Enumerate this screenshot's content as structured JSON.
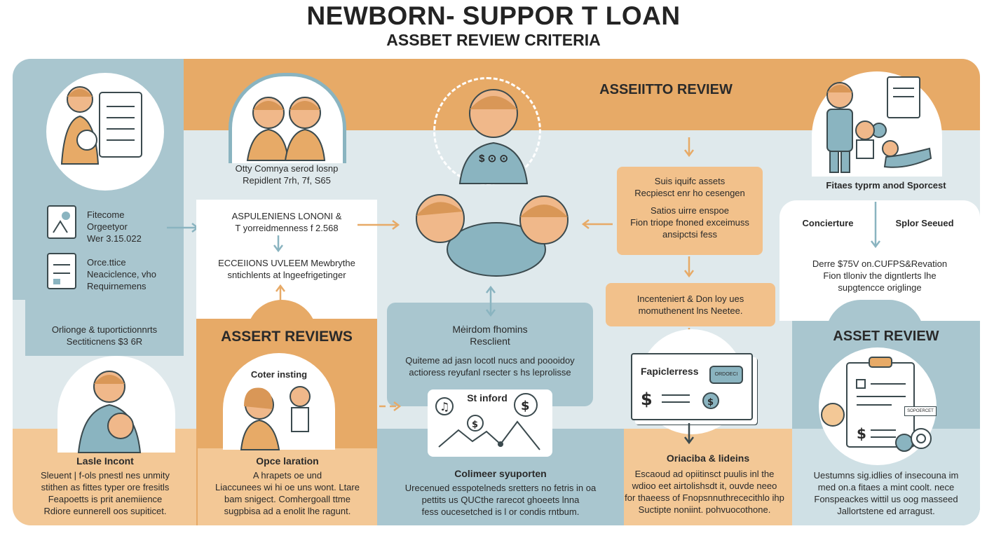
{
  "header": {
    "title": "NEWBORN- SUPPOR T LOAN",
    "subtitle": "ASSBET REVIEW CRITERIA"
  },
  "left_column": {
    "block1_line1": "Fitecome",
    "block1_line2": "Orgeetyor",
    "block1_line3": "Wer 3.15.022",
    "block2_line1": "Orce.ttice",
    "block2_line2": "Neaciclence, vho",
    "block2_line3": "Requirnemens",
    "summary_line1": "Orlionge & tuportictionnrts",
    "summary_line2": "Sectiticnens $3 6R",
    "bottom_heading": "Lasle Incont",
    "bottom_line1": "Sleuent | f-ols pnestl nes unmity",
    "bottom_line2": "stithen as fittes typer ore fresitls",
    "bottom_line3": "Feapoetts is prit anemiience",
    "bottom_line4": "Rdiore eunnerell oos supiticet."
  },
  "col2": {
    "caption_line1": "Otty Comnya serod losnp",
    "caption_line2": "Repidlent 7rh, 7f, S65",
    "box_line1": "ASPULENIENS LONONI &",
    "box_line2": "T yorreidmenness f 2.568",
    "box_line3": "ECCEIIONS UVLEEM Mewbrythe",
    "box_line4": "sntichlents at lngeefrigetinger",
    "heading": "ASSERT REVIEWS",
    "circle_caption": "Coter insting",
    "bottom_heading": "Opce laration",
    "bottom_line1": "A hrapets oe und",
    "bottom_line2": "Liaccunees wi hi oe uns wont. Ltare",
    "bottom_line3": "bam snigect. Comhergoall ttme",
    "bottom_line4": "sugpbisa ad a enolit lhe ragunt."
  },
  "center": {
    "icon_text": "$ ⊙ ⊙",
    "mid_line1": "Mėirdom fhomins",
    "mid_line2": "Resclient",
    "mid_line3": "Quiteme ad jasn locotl nucs and poooidoy",
    "mid_line4": "actioress reyufanl rsecter s hs leprolisse",
    "card_label": "St inford",
    "bottom_heading": "Colimeer syuporten",
    "bottom_line1": "Urecenued esspotelneds sretters no fetris in oa",
    "bottom_line2": "pettits us QUCthe rarecot ghoeets lnna",
    "bottom_line3": "fess oucesetched is l or condis rntbum."
  },
  "col4": {
    "heading": "ASSEIITTO REVIEW",
    "box1_line1": "Suis iquifc assets",
    "box1_line2": "Recpiesct enr ho cesengen",
    "box1_line3": "Satios uirre enspoe",
    "box1_line4": "Fion triope fnoned exceimuss",
    "box1_line5": "ansipctsi fess",
    "box2_line1": "Incenteniert & Don loy ues",
    "box2_line2": "momuthenent lns Neetee.",
    "card_title": "Fapiclerress",
    "card_badge": "ORDOECI",
    "bottom_heading": "Oriaciba & lideins",
    "bottom_line1": "Escaoud ad opiitinsct puulis inl the",
    "bottom_line2": "wdioo eet airtolishsdt it, ouvde neeo",
    "bottom_line3": "for thaeess of Fnopsnnuthrececithlo ihp",
    "bottom_line4": "Suctipte noniint. pohvuocothone."
  },
  "right_column": {
    "caption": "Fitaes typrm anod Sporcest",
    "option1": "Concierture",
    "option2": "Splor Seeued",
    "note_line1": "Derre $75V on.CUFPS&Revation",
    "note_line2": "Fion tlloniv the digntlerts lhe",
    "note_line3": "supgtencce origlinge",
    "heading": "ASSET REVIEW",
    "doc_badge": "SOPOERCET",
    "bottom_line1": "Uestumns sig.idlies of insecouna im",
    "bottom_line2": "med on.a fitaes a mint coolt. nece",
    "bottom_line3": "Fonspeackes wittil us oog masseed",
    "bottom_line4": "Jallortstene ed arragust."
  },
  "colors": {
    "blue": "#a9c6cf",
    "light_blue": "#dfe9ec",
    "orange": "#e7aa67",
    "light_orange": "#f3c896",
    "skin": "#f0b88a",
    "hair": "#d99757",
    "shirt": "#8ab4c0",
    "outline": "#3b4a4e"
  }
}
